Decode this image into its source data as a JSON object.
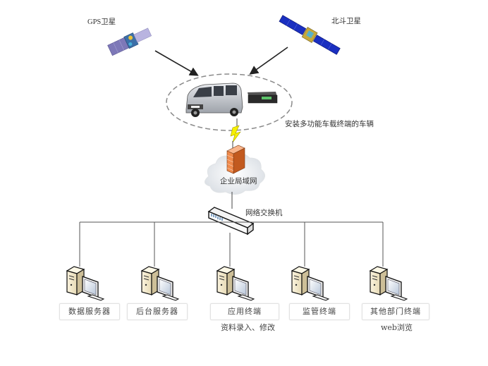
{
  "diagram": {
    "satellites": {
      "gps": {
        "label": "GPS卫星",
        "icon": "gps-satellite-icon"
      },
      "beidou": {
        "label": "北斗卫星",
        "icon": "beidou-satellite-icon"
      }
    },
    "vehicle": {
      "label": "安装多功能车载终端的车辆",
      "icons": [
        "van-icon",
        "vehicle-terminal-icon"
      ]
    },
    "network": {
      "wireless_link_icon": "lightning-bolt-icon",
      "firewall_icon": "firewall-icon",
      "lan_label": "企业局域网",
      "switch_label": "网络交换机"
    },
    "nodes": [
      {
        "label": "数据服务器",
        "sublabel": ""
      },
      {
        "label": "后台服务器",
        "sublabel": ""
      },
      {
        "label": "应用终端",
        "sublabel": "资料录入、修改"
      },
      {
        "label": "监管终端",
        "sublabel": ""
      },
      {
        "label": "其他部门终端",
        "sublabel": "web浏览"
      }
    ],
    "colors": {
      "line": "#555555",
      "dash_ellipse": "#8a8a8a",
      "firewall": "#f08a4b",
      "bolt": "#f6f000",
      "gps_panel": "#7d78b8",
      "beidou_panel": "#1a2fc0"
    }
  }
}
